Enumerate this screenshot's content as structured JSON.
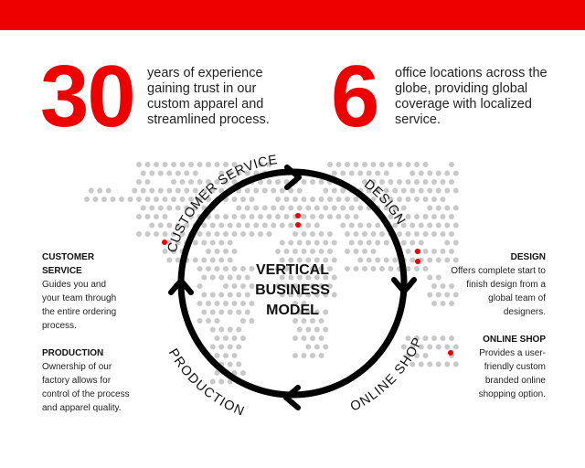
{
  "stats": [
    {
      "number": "30",
      "text": "years of experience gaining trust in our custom apparel and streamlined process."
    },
    {
      "number": "6",
      "text": "office locations across the globe, providing global coverage with localized service."
    }
  ],
  "cycle": {
    "center_lines": [
      "VERTICAL",
      "BUSINESS",
      "MODEL"
    ],
    "labels": {
      "customer_service": "CUSTOMER SERVICE",
      "design": "DESIGN",
      "production": "PRODUCTION",
      "online_shop": "ONLINE SHOP"
    }
  },
  "left": [
    {
      "title": "CUSTOMER SERVICE",
      "text": "Guides you and your team through the entire ordering process."
    },
    {
      "title": "PRODUCTION",
      "text": "Ownership of our factory allows for control of the process and apparel quality."
    }
  ],
  "right": [
    {
      "title": "DESIGN",
      "text": "Offers complete start to finish design from a global team of designers."
    },
    {
      "title": "ONLINE SHOP",
      "text": "Provides a user-friendly custom branded online shopping option."
    }
  ],
  "colors": {
    "accent": "#ee0000",
    "dot": "#c9c9c9"
  }
}
